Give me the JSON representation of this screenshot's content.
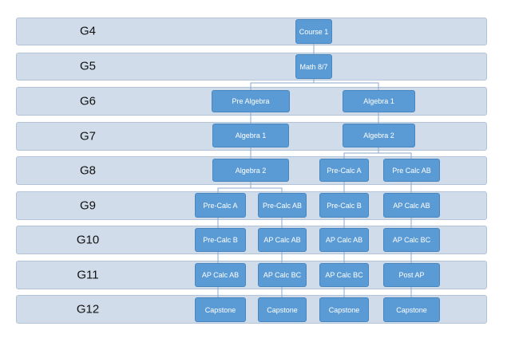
{
  "grades": [
    "G4",
    "G5",
    "G6",
    "G7",
    "G8",
    "G9",
    "G10",
    "G11",
    "G12"
  ],
  "nodes": {
    "course1": "Course 1",
    "math87": "Math 8/7",
    "pre_algebra": "Pre Algebra",
    "algebra1_g6": "Algebra 1",
    "algebra1_g7": "Algebra 1",
    "algebra2_g7": "Algebra 2",
    "algebra2_g8": "Algebra 2",
    "precalc_a_g8": "Pre-Calc A",
    "precalc_ab_g8": "Pre  Calc AB",
    "precalc_a_g9": "Pre-Calc A",
    "precalc_ab_g9": "Pre-Calc AB",
    "precalc_b_g9": "Pre-Calc B",
    "ap_calc_ab_g9": "AP  Calc AB",
    "precalc_b_g10": "Pre-Calc B",
    "ap_calc_ab_g10_1": "AP Calc AB",
    "ap_calc_ab_g10_2": "AP Calc AB",
    "ap_calc_bc_g10": "AP  Calc BC",
    "ap_calc_ab_g11": "AP  Calc AB",
    "ap_calc_bc_g11_1": "AP Calc BC",
    "ap_calc_bc_g11_2": "AP Calc BC",
    "post_ap_g11": "Post AP",
    "capstone_1": "Capstone",
    "capstone_2": "Capstone",
    "capstone_3": "Capstone",
    "capstone_4": "Capstone"
  }
}
